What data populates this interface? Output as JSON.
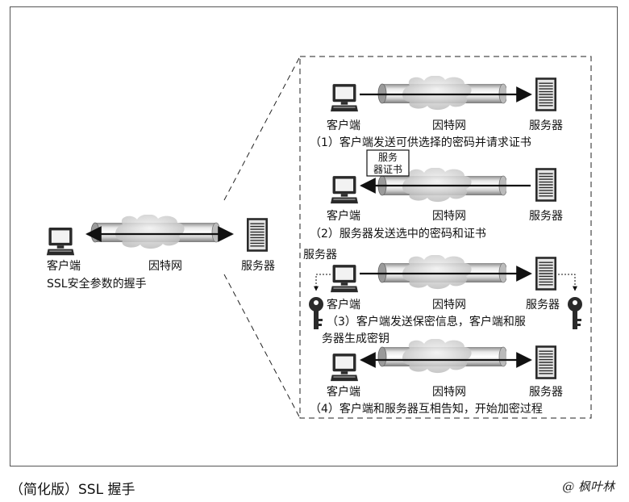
{
  "overview": {
    "client": "客户端",
    "internet": "因特网",
    "server": "服务器",
    "title": "SSL安全参数的握手"
  },
  "steps": [
    {
      "client": "客户端",
      "internet": "因特网",
      "server": "服务器",
      "caption": "（1）客户端发送可供选择的密码并请求证书"
    },
    {
      "client": "客户端",
      "internet": "因特网",
      "server": "服务器",
      "caption": "（2）服务器发送选中的密码和证书",
      "cert_line1": "服务",
      "cert_line2": "器证书"
    },
    {
      "client": "客户端",
      "internet": "因特网",
      "server": "服务器",
      "caption_line1": "（3）客户端发送保密信息，客户端和服",
      "caption_line2": "务器生成密钥",
      "top_label": "服务器"
    },
    {
      "client": "客户端",
      "internet": "因特网",
      "server": "服务器",
      "caption": "（4）客户端和服务器互相告知，开始加密过程"
    }
  ],
  "footer": {
    "caption": "（简化版）SSL 握手",
    "watermark": "@ 枫叶林"
  }
}
